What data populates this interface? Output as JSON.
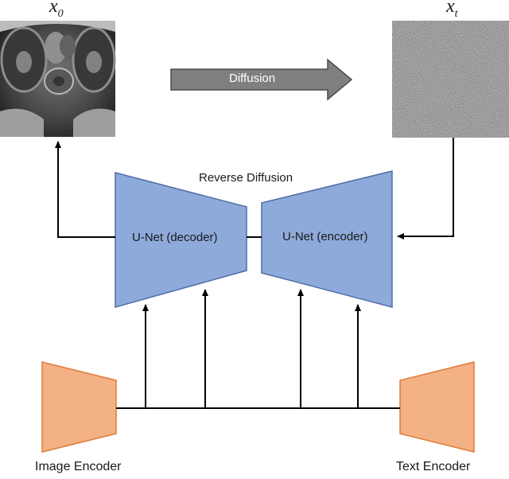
{
  "diagram": {
    "x0_var": "x",
    "x0_sub": "0",
    "xt_var": "x",
    "xt_sub": "t",
    "diffusion_label": "Diffusion",
    "reverse_label": "Reverse Diffusion",
    "decoder_label": "U-Net (decoder)",
    "encoder_label": "U-Net (encoder)",
    "image_encoder_label": "Image Encoder",
    "text_encoder_label": "Text Encoder",
    "colors": {
      "unet_fill": "#8eaadb",
      "unet_stroke": "#4f6fa8",
      "encoder_fill": "#f4b183",
      "encoder_stroke": "#e07b39",
      "arrow_fill": "#7f7f7f",
      "line": "#000000"
    }
  }
}
